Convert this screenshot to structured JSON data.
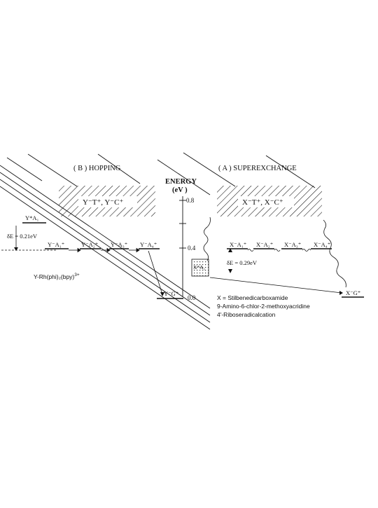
{
  "panels": {
    "hopping_title": "( B )  HOPPING",
    "superexchange_title": "( A )  SUPEREXCHANGE"
  },
  "energy_axis": {
    "title": "ENERGY",
    "unit": "(eV )",
    "ticks": [
      "0.8",
      "0.4",
      "0.0"
    ]
  },
  "hopping": {
    "bridge_label": "Y⁻T⁺, Y⁻C⁺",
    "donor_label": "Y*A₁",
    "delta_e": "δE = 0.21eV",
    "states": [
      "Y⁻A₁⁺",
      "Y⁻A₂⁺",
      "Y⁻A₃⁺",
      "Y⁻A₄⁺"
    ],
    "final": "Y⁻G⁺",
    "complex": "Y-Rh(phi)₂(bpy)",
    "complex_charge": "3+"
  },
  "superexchange": {
    "bridge_label": "X⁻T⁺, X⁻C⁺",
    "box_label": "X*A₁",
    "delta_e": "δE = 0.29eV",
    "states": [
      "X⁻A₁⁺",
      "X⁻A₂⁺",
      "X⁻A₃⁺",
      "X⁻A₄⁺"
    ],
    "final": "X⁻G⁺"
  },
  "legend": [
    "X = Stilbenedicarboxamide",
    "9-Amino-6-chlor-2-methoxyacridine",
    "4'-Riboseradicalcation"
  ]
}
